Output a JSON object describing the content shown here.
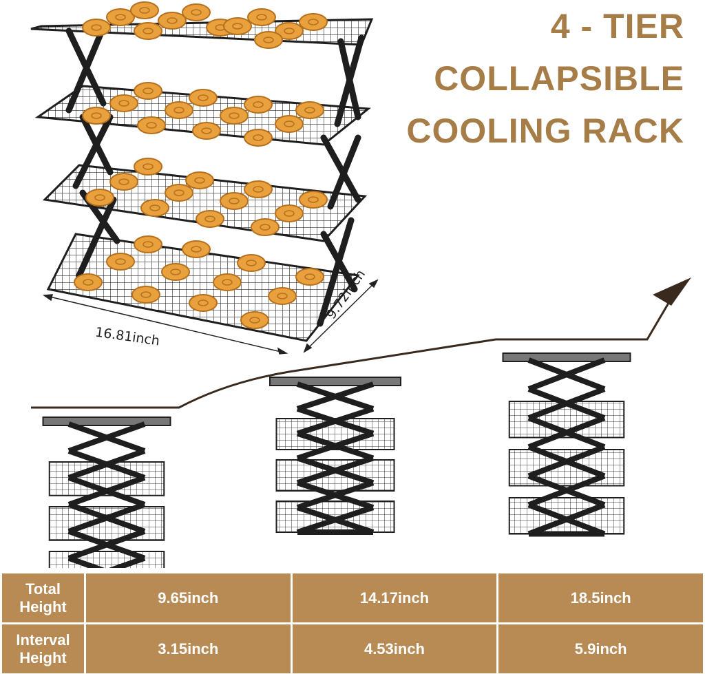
{
  "title": {
    "line1": "4 - TIER",
    "line2": "COLLAPSIBLE",
    "line3": "COOLING RACK"
  },
  "dimensions": {
    "width_label": "16.81inch",
    "depth_label": "9.72inch"
  },
  "specs": {
    "rows": [
      {
        "label": "Total Height",
        "values": [
          "9.65inch",
          "14.17inch",
          "18.5inch"
        ]
      },
      {
        "label": "Interval Height",
        "values": [
          "3.15inch",
          "4.53inch",
          "5.9inch"
        ]
      }
    ]
  },
  "colors": {
    "accent": "#a67c47",
    "table_bg": "#b88a54",
    "rack": "#1e1e1e",
    "cookie": "#e8a13c"
  },
  "icons": [
    "rack-illustration",
    "arrow-icon"
  ]
}
